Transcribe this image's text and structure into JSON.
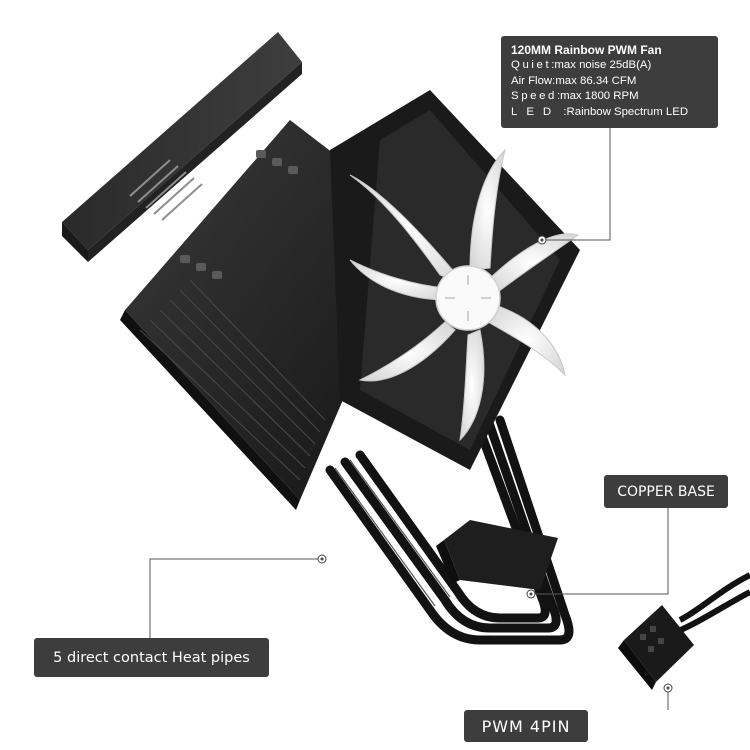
{
  "fan_spec": {
    "title": "120MM Rainbow PWM Fan",
    "lines": [
      {
        "key": "Quiet",
        "sep": ":",
        "value": "max noise 25dB(A)"
      },
      {
        "key": "Air Flow",
        "sep": ":",
        "value": "max 86.34 CFM"
      },
      {
        "key": "Speed",
        "sep": ":",
        "value": "max 1800 RPM"
      },
      {
        "key": "LED",
        "sep": " :",
        "value": "Rainbow Spectrum LED"
      }
    ]
  },
  "callouts": {
    "copper_base": "COPPER BASE",
    "heat_pipes": "5 direct contact Heat pipes",
    "pwm": "PWM 4PIN"
  },
  "colors": {
    "label_bg": "#3d3d3d",
    "label_text": "#ffffff",
    "cooler_dark": "#1c1c1c",
    "fan_blade": "#f2f2f2"
  }
}
